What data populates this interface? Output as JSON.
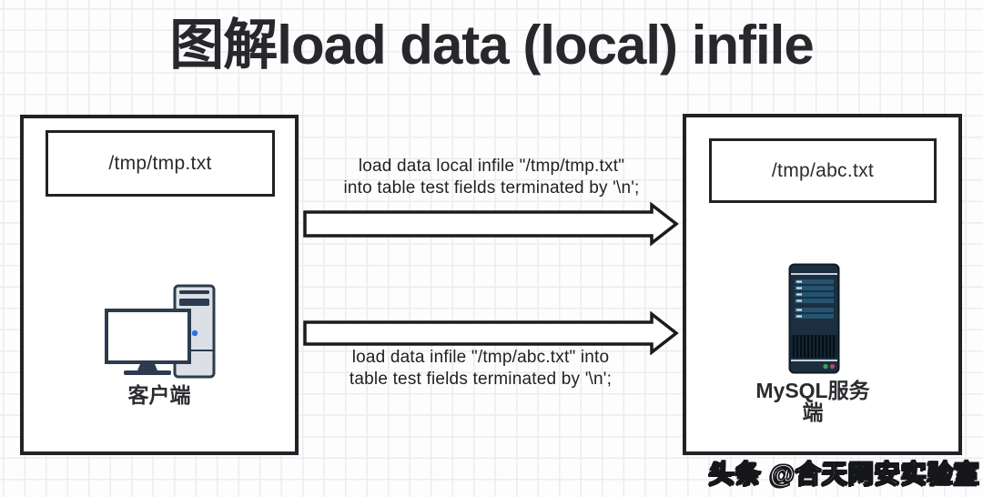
{
  "title": "图解load data (local) infile",
  "client": {
    "file_label": "/tmp/tmp.txt",
    "label": "客户端"
  },
  "server": {
    "file_label": "/tmp/abc.txt",
    "label_line1": "MySQL服务",
    "label_line2": "端"
  },
  "arrows": {
    "local_infile": {
      "line1": "load data local infile \"/tmp/tmp.txt\"",
      "line2": "into table test fields terminated by '\\n';"
    },
    "infile": {
      "line1": "load data infile \"/tmp/abc.txt\" into",
      "line2": "table test fields terminated by '\\n';"
    }
  },
  "watermark": "头条 @合天网安实验室",
  "colors": {
    "ink": "#212225",
    "grid_line": "#ececf1",
    "client_tower_fill": "#dce0e6",
    "client_outline": "#2c3c4e",
    "power_dot_blue": "#2f6fed",
    "server_body": "#1b2f40",
    "server_bar": "#245471",
    "led_green": "#3fa060",
    "led_red": "#b34a5e"
  }
}
